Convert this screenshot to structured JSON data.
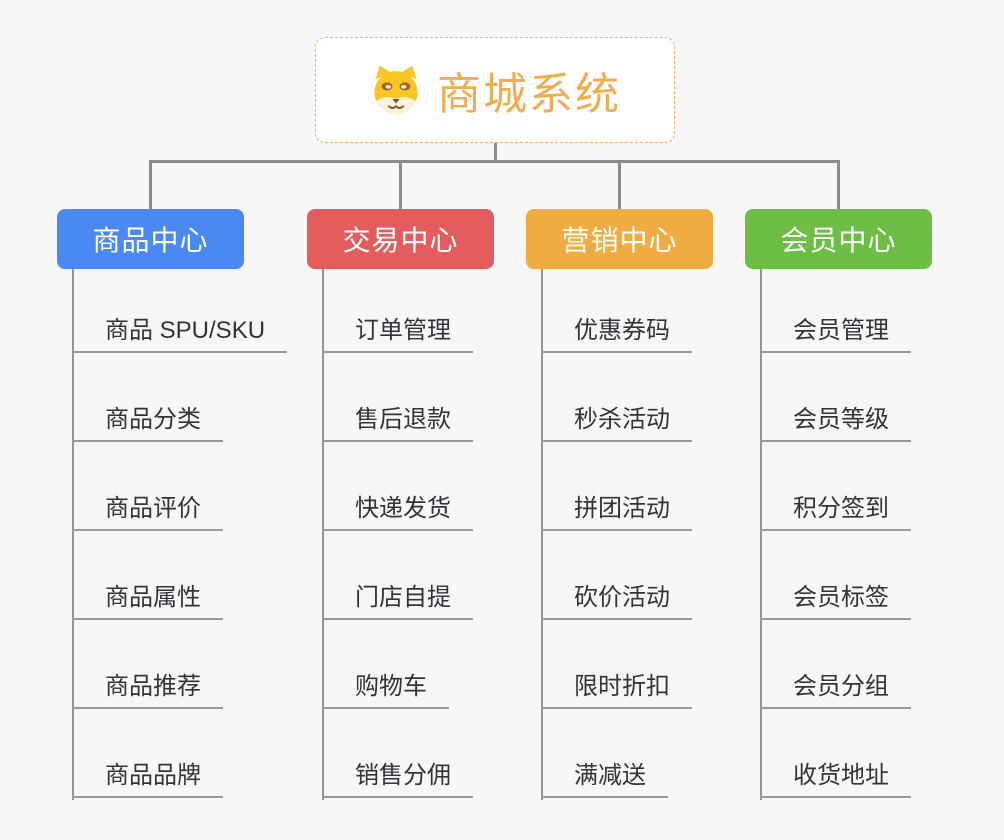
{
  "root": {
    "title": "商城系统",
    "title_color": "#f0ae4e",
    "border_color": "#f2b25c",
    "icon": "shiba-dog-face"
  },
  "connector_color": "#8c8c8c",
  "leaf_text_color": "#33333a",
  "background_color": "#f7f7f7",
  "branches": [
    {
      "label": "商品中心",
      "color": "#4a89f2",
      "items": [
        "商品 SPU/SKU",
        "商品分类",
        "商品评价",
        "商品属性",
        "商品推荐",
        "商品品牌"
      ]
    },
    {
      "label": "交易中心",
      "color": "#e45c5c",
      "items": [
        "订单管理",
        "售后退款",
        "快递发货",
        "门店自提",
        "购物车",
        "销售分佣"
      ]
    },
    {
      "label": "营销中心",
      "color": "#efac40",
      "items": [
        "优惠券码",
        "秒杀活动",
        "拼团活动",
        "砍价活动",
        "限时折扣",
        "满减送"
      ]
    },
    {
      "label": "会员中心",
      "color": "#6cbe45",
      "items": [
        "会员管理",
        "会员等级",
        "积分签到",
        "会员标签",
        "会员分组",
        "收货地址"
      ]
    }
  ]
}
